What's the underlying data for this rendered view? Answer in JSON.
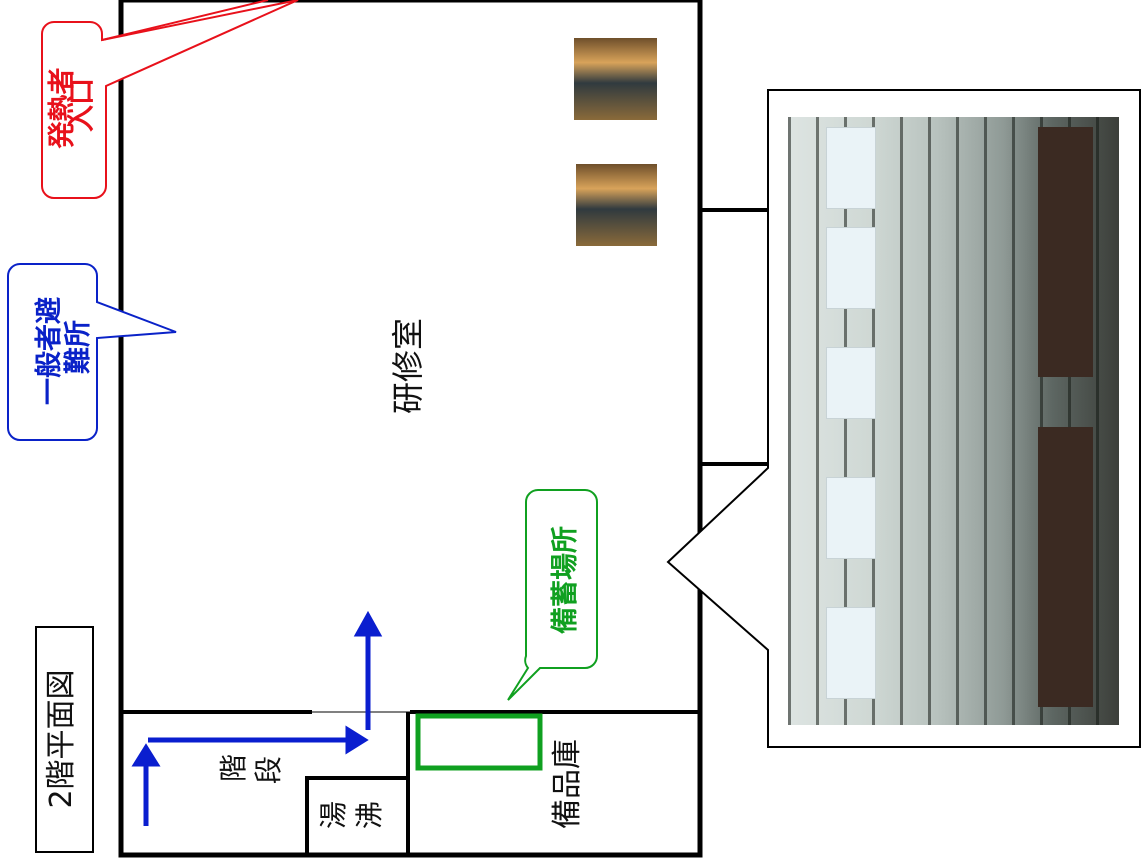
{
  "title": "2階平面図",
  "rooms": {
    "main": "研修室",
    "stairs_line1": "階",
    "stairs_line2": "段",
    "kitchen_line1": "湯",
    "kitchen_line2": "沸",
    "storage": "備品庫"
  },
  "callouts": {
    "fever_line1": "発熱者",
    "fever_line2": "入口",
    "general_line1": "一般者避",
    "general_line2": "難所",
    "stockpile": "備蓄場所"
  },
  "colors": {
    "fever": "#e8111b",
    "general": "#0a22c8",
    "stockpile": "#10a020",
    "arrow": "#0a1ecf"
  },
  "icons": [
    "stair-arrow-icon",
    "route-arrow-icon",
    "backpack-photo",
    "room-photo"
  ]
}
